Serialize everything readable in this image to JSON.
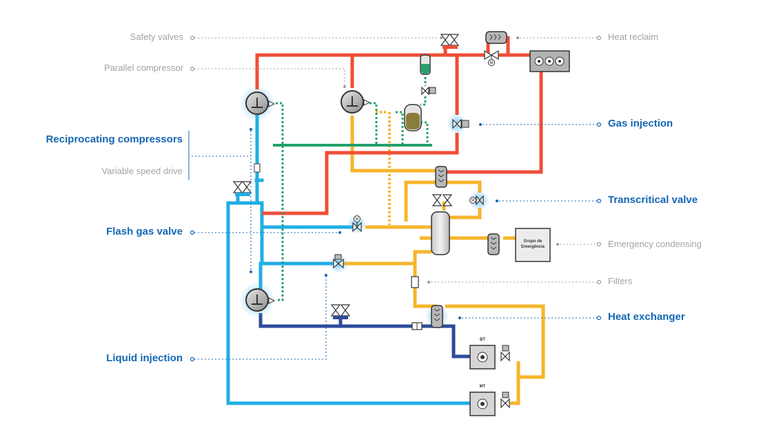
{
  "labels": {
    "safety_valves": "Safety valves",
    "parallel_compressor": "Parallel compressor",
    "reciprocating_compressors": "Reciprocating compressors",
    "variable_speed_drive": "Variable speed drive",
    "flash_gas_valve": "Flash gas valve",
    "liquid_injection": "Liquid injection",
    "heat_reclaim": "Heat reclaim",
    "gas_injection": "Gas injection",
    "transcritical_valve": "Transcritical valve",
    "emergency_condensing": "Emergency condensing",
    "filters": "Filters",
    "heat_exchanger": "Heat exchanger"
  },
  "components": {
    "emergency_unit": [
      "Grupo de",
      "Emergência"
    ],
    "bt_unit": "BT",
    "mt_unit": "MT",
    "motor_valve_symbol": "M"
  },
  "colors": {
    "hot_gas": "#f04e37",
    "liquid": "#f6b52b",
    "suction_mt": "#20aee5",
    "suction_bt": "#2e4b9b",
    "oil": "#22a06b",
    "label_gray": "#a3a3a3",
    "label_blue": "#1467b4"
  }
}
